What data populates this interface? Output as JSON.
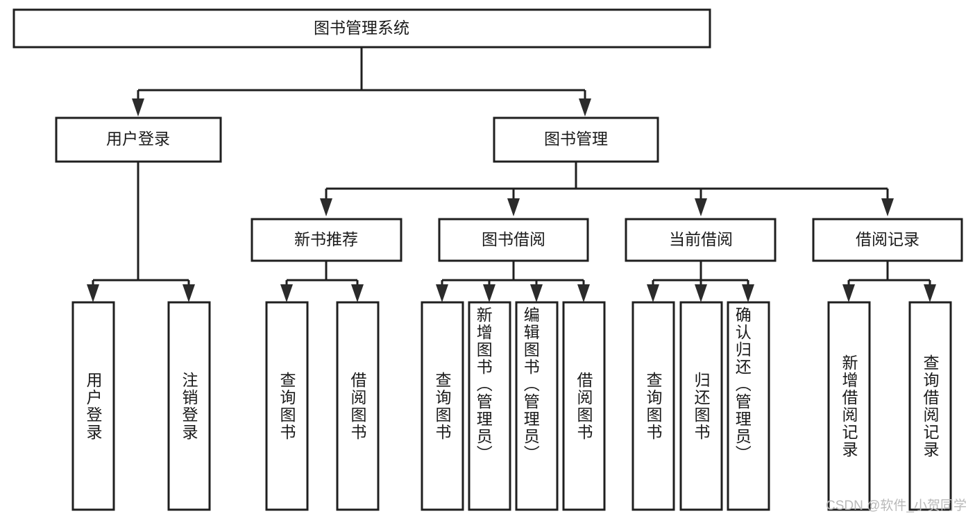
{
  "diagram": {
    "type": "tree-hierarchy",
    "title": "图书管理系统",
    "watermark": "CSDN @软件_小贺同学",
    "root": {
      "id": "root",
      "label": "图书管理系统"
    },
    "level1": [
      {
        "id": "user-login",
        "label": "用户登录"
      },
      {
        "id": "book-manage",
        "label": "图书管理"
      }
    ],
    "level2": [
      {
        "id": "new-book-recommend",
        "label": "新书推荐",
        "parent": "book-manage"
      },
      {
        "id": "book-borrow",
        "label": "图书借阅",
        "parent": "book-manage"
      },
      {
        "id": "current-borrow",
        "label": "当前借阅",
        "parent": "book-manage"
      },
      {
        "id": "borrow-record",
        "label": "借阅记录",
        "parent": "book-manage"
      }
    ],
    "leaves": [
      {
        "id": "leaf-user-login",
        "label": "用户登录",
        "parent": "user-login"
      },
      {
        "id": "leaf-logout",
        "label": "注销登录",
        "parent": "user-login"
      },
      {
        "id": "leaf-query-book-1",
        "label": "查询图书",
        "parent": "new-book-recommend"
      },
      {
        "id": "leaf-borrow-book-1",
        "label": "借阅图书",
        "parent": "new-book-recommend"
      },
      {
        "id": "leaf-query-book-2",
        "label": "查询图书",
        "parent": "book-borrow"
      },
      {
        "id": "leaf-add-book",
        "label": "新增图书（管理员）",
        "parent": "book-borrow"
      },
      {
        "id": "leaf-edit-book",
        "label": "编辑图书（管理员）",
        "parent": "book-borrow"
      },
      {
        "id": "leaf-borrow-book-2",
        "label": "借阅图书",
        "parent": "book-borrow"
      },
      {
        "id": "leaf-query-book-3",
        "label": "查询图书",
        "parent": "current-borrow"
      },
      {
        "id": "leaf-return-book",
        "label": "归还图书",
        "parent": "current-borrow"
      },
      {
        "id": "leaf-confirm-return",
        "label": "确认归还（管理员）",
        "parent": "current-borrow"
      },
      {
        "id": "leaf-add-record",
        "label": "新增借阅记录",
        "parent": "borrow-record"
      },
      {
        "id": "leaf-query-record",
        "label": "查询借阅记录",
        "parent": "borrow-record"
      }
    ],
    "colors": {
      "box_stroke": "#1f1f1f",
      "box_fill": "#ffffff",
      "connector": "#1f1f1f",
      "text": "#1a1a1a",
      "watermark": "#b9b9b9",
      "background": "#ffffff"
    }
  }
}
